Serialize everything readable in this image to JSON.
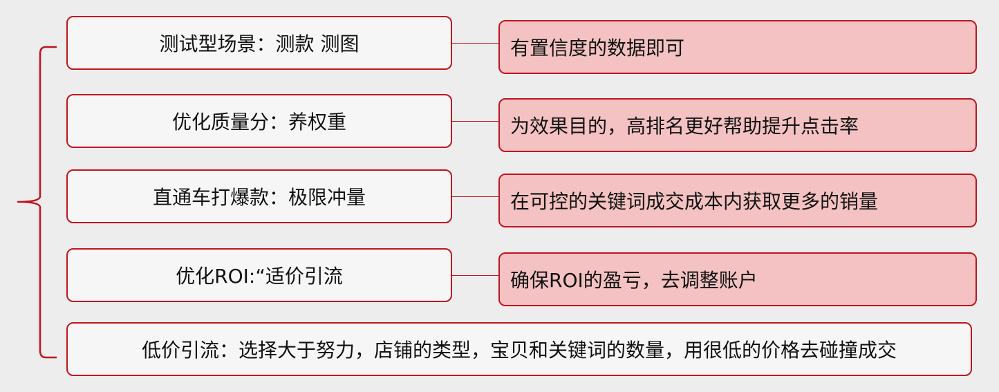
{
  "rows": [
    {
      "left": "测试型场景：测款 测图",
      "right": "有置信度的数据即可"
    },
    {
      "left": "优化质量分：养权重",
      "right": "为效果目的，高排名更好帮助提升点击率"
    },
    {
      "left": "直通车打爆款：极限冲量",
      "right": "在可控的关键词成交成本内获取更多的销量"
    },
    {
      "left": "优化ROI:“适价引流",
      "right": "确保ROI的盈亏，去调整账户"
    }
  ],
  "bottom": "低价引流：选择大于努力，店铺的类型，宝贝和关键词的数量，用很低的价格去碰撞成交",
  "colors": {
    "accent": "#c0141e",
    "right_fill": "#f4c2c2",
    "left_fill": "#f6f6f6",
    "background": "#ededed"
  }
}
